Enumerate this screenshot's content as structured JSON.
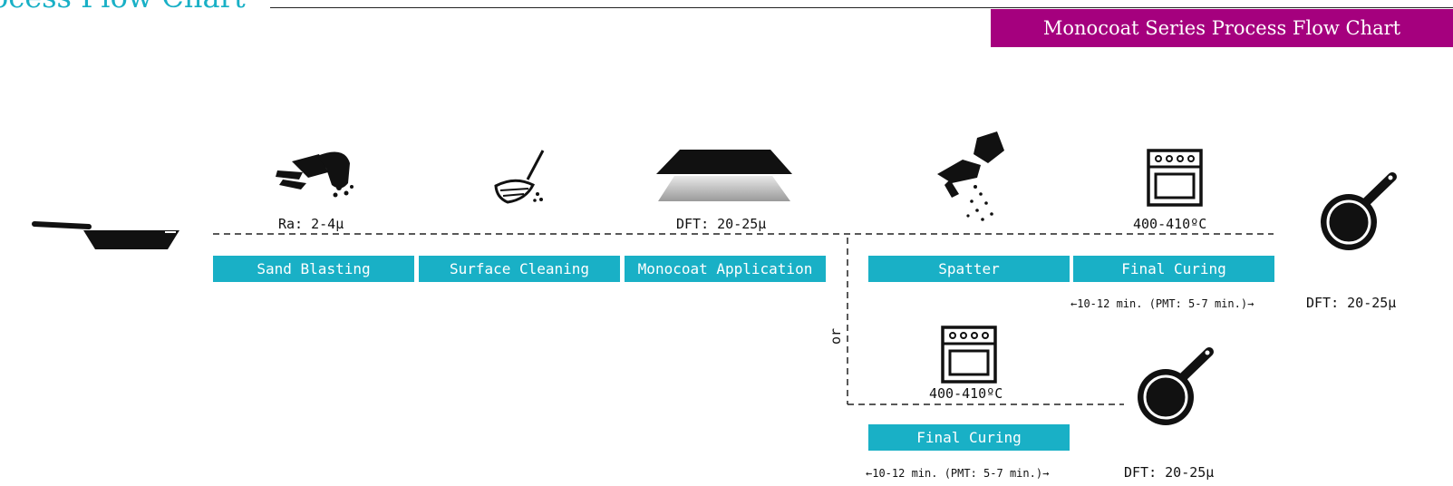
{
  "header": {
    "title_left": "ocess Flow Chart",
    "banner": "Monocoat Series Process Flow Chart"
  },
  "steps": {
    "sand_blasting": "Sand Blasting",
    "surface_cleaning": "Surface Cleaning",
    "monocoat_application": "Monocoat Application",
    "spatter": "Spatter",
    "final_curing_top": "Final Curing",
    "final_curing_bottom": "Final Curing"
  },
  "labels": {
    "ra": "Ra: 2-4µ",
    "dft_application": "DFT: 20-25µ",
    "temp_top": "400-410ºC",
    "temp_bottom": "400-410ºC",
    "time_top": "←10-12 min. (PMT: 5-7 min.)→",
    "time_bottom": "←10-12 min. (PMT: 5-7 min.)→",
    "dft_final_top": "DFT: 20-25µ",
    "dft_final_bottom": "DFT: 20-25µ",
    "or": "or"
  },
  "colors": {
    "step_fill": "#19b0c6",
    "banner_fill": "#a5007e",
    "title": "#19b0c6"
  },
  "icons": [
    "frying-pan-icon",
    "sand-blaster-icon",
    "broom-icon",
    "coating-layers-icon",
    "spray-gun-icon",
    "oven-icon",
    "pan-icon"
  ]
}
